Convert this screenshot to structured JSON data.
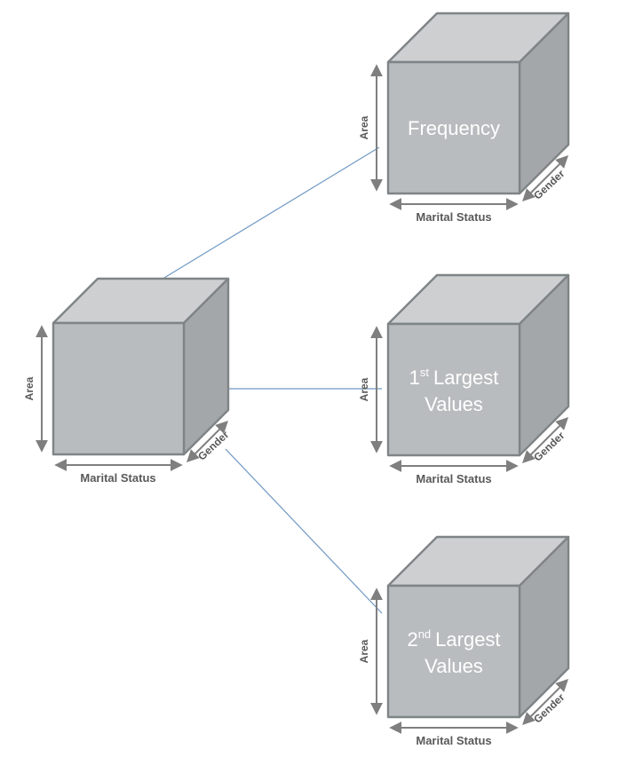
{
  "colors": {
    "cube_front": "#b9bcbe",
    "cube_top": "#cdcfd1",
    "cube_side": "#a4a7a9",
    "cube_border": "#7f8486",
    "connector_line": "#6f98c4",
    "axis_label": "#595959",
    "arrow": "#7f7f7f",
    "cube_title": "#ffffff"
  },
  "source_cube": {
    "axes": {
      "vertical": "Area",
      "horizontal": "Marital Status",
      "depth": "Gender"
    }
  },
  "target_cubes": [
    {
      "id": "frequency",
      "title": "Frequency",
      "axes": {
        "vertical": "Area",
        "horizontal": "Marital Status",
        "depth": "Gender"
      }
    },
    {
      "id": "first-largest",
      "title_number": "1",
      "title_ordinal": "st",
      "title_word": "Largest",
      "title_line2": "Values",
      "axes": {
        "vertical": "Area",
        "horizontal": "Marital Status",
        "depth": "Gender"
      }
    },
    {
      "id": "second-largest",
      "title_number": "2",
      "title_ordinal": "nd",
      "title_word": "Largest",
      "title_line2": "Values",
      "axes": {
        "vertical": "Area",
        "horizontal": "Marital Status",
        "depth": "Gender"
      }
    }
  ],
  "connections": [
    {
      "from": "source-cube",
      "to": "frequency"
    },
    {
      "from": "source-cube",
      "to": "first-largest"
    },
    {
      "from": "source-cube",
      "to": "second-largest"
    }
  ]
}
